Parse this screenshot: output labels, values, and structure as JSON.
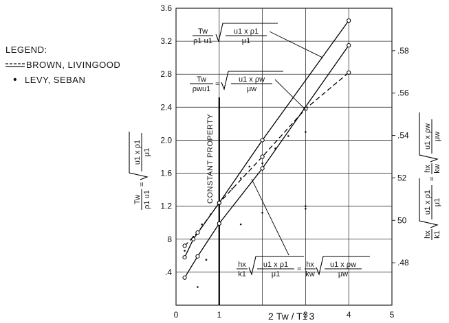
{
  "legend": {
    "title": "LEGEND:",
    "items": [
      {
        "label": "BROWN, LIVINGOOD",
        "marker": "dashed-solid-lines"
      },
      {
        "label": "LEVY, SEBAN",
        "marker": "dot"
      }
    ]
  },
  "annotations": {
    "constant_property": "CONSTANT PROPERTY",
    "xlabel_prefix": "2",
    "xlabel": "Tw / T1",
    "xlabel_suffix": "3"
  },
  "chart_data": {
    "type": "line",
    "title": "",
    "xlabel": "Tw / T1",
    "ylabel": "Tw / (ρ1 u1) · √(u1 x ρ1 / μ1)",
    "y2label": "hx / k1 · √(u1 x ρ1 / μ1) = hx / kw · √(u1 x ρw / μw)",
    "xlim": [
      0,
      5
    ],
    "ylim": [
      0,
      3.6
    ],
    "y2lim": [
      0.46,
      0.6
    ],
    "x_ticks": [
      0,
      1,
      3,
      4,
      5
    ],
    "y_ticks": [
      ".4",
      "8",
      "1.2",
      "1.6",
      "2.0",
      "2.4",
      "2.8",
      "3.2",
      "3.6"
    ],
    "y_tick_values": [
      0.4,
      0.8,
      1.2,
      1.6,
      2.0,
      2.4,
      2.8,
      3.2,
      3.6
    ],
    "y2_ticks": [
      ".48",
      "50",
      "52",
      ".54",
      ".56",
      ".58"
    ],
    "y2_tick_values": [
      0.48,
      0.5,
      0.52,
      0.54,
      0.56,
      0.58
    ],
    "constant_property_x": 1,
    "series": [
      {
        "label_formula": "Tw/(ρ1u1) √(u1 x ρ1 / μ1)",
        "style": "solid",
        "axis": "left",
        "x": [
          0.2,
          0.4,
          1,
          2,
          4
        ],
        "y": [
          0.58,
          0.8,
          1.24,
          2.0,
          3.45
        ]
      },
      {
        "label_formula": "Tw/(ρwu1) = √(u1 x ρw / μw)",
        "style": "dashed",
        "axis": "left",
        "x": [
          0.2,
          0.5,
          1,
          2,
          3,
          4
        ],
        "y": [
          0.72,
          0.88,
          1.24,
          1.8,
          2.38,
          2.82
        ]
      },
      {
        "label_formula": "hx/k1 √(u1 x ρ1 / μ1) = hx/kw √(u1 x ρw / μw)",
        "style": "solid",
        "axis": "right",
        "x": [
          0.2,
          0.5,
          1,
          2,
          4
        ],
        "y": [
          0.473,
          0.483,
          0.4985,
          0.5245,
          0.5825
        ]
      }
    ],
    "dots": {
      "x": [
        0.2,
        0.4,
        0.6,
        0.8,
        1.0,
        1.3,
        1.5,
        1.7,
        2.0,
        2.3,
        2.6,
        3.0,
        3.0,
        0.5,
        0.7,
        1.5,
        2.0,
        3.0
      ],
      "y": [
        0.66,
        0.83,
        0.98,
        1.1,
        1.22,
        1.41,
        1.54,
        1.68,
        1.72,
        1.9,
        2.05,
        2.1,
        1.2,
        0.22,
        0.55,
        0.98,
        1.12,
        1.17
      ]
    }
  }
}
